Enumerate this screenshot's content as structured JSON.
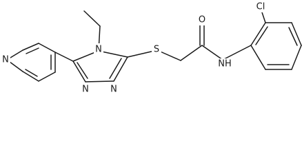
{
  "structure": {
    "atoms": {
      "S": "S",
      "O": "O",
      "NH": "NH",
      "Cl": "Cl",
      "N_ethyl": "N",
      "N_triazole_a": "N",
      "N_triazole_b": "N",
      "N_pyridine": "N"
    },
    "colors": {
      "bond": "#1a1a1a",
      "label": "#1a1a1a",
      "background": "#ffffff"
    }
  }
}
